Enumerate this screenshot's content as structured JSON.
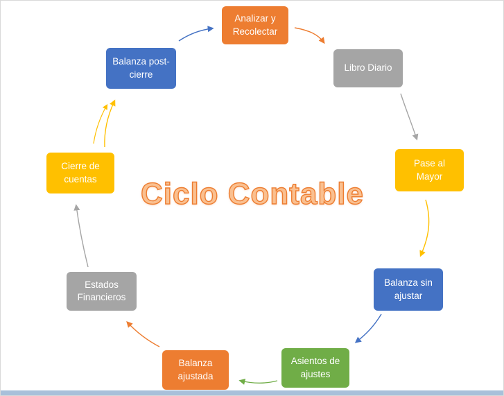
{
  "title": {
    "text": "Ciclo Contable",
    "fill_color": "#FAC090",
    "outline_color": "#ED7D31"
  },
  "palette": {
    "orange": "#ED7D31",
    "gray": "#A5A5A5",
    "yellow": "#FFC000",
    "blue": "#4472C4",
    "green": "#70AD47"
  },
  "nodes": [
    {
      "label": "Analizar y Recolectar",
      "color": "#ED7D31"
    },
    {
      "label": "Libro Diario",
      "color": "#A5A5A5"
    },
    {
      "label": "Pase al Mayor",
      "color": "#FFC000"
    },
    {
      "label": "Balanza sin ajustar",
      "color": "#4472C4"
    },
    {
      "label": "Asientos de ajustes",
      "color": "#70AD47"
    },
    {
      "label": "Balanza ajustada",
      "color": "#ED7D31"
    },
    {
      "label": "Estados Financieros",
      "color": "#A5A5A5"
    },
    {
      "label": "Cierre de cuentas",
      "color": "#FFC000"
    },
    {
      "label": "Balanza post-cierre",
      "color": "#4472C4"
    }
  ],
  "arrows": [
    {
      "from": "Balanza post-cierre",
      "to": "Analizar y Recolectar",
      "color": "#4472C4"
    },
    {
      "from": "Analizar y Recolectar",
      "to": "Libro Diario",
      "color": "#ED7D31"
    },
    {
      "from": "Libro Diario",
      "to": "Pase al Mayor",
      "color": "#A5A5A5"
    },
    {
      "from": "Pase al Mayor",
      "to": "Balanza sin ajustar",
      "color": "#FFC000"
    },
    {
      "from": "Balanza sin ajustar",
      "to": "Asientos de ajustes",
      "color": "#4472C4"
    },
    {
      "from": "Asientos de ajustes",
      "to": "Balanza ajustada",
      "color": "#70AD47"
    },
    {
      "from": "Balanza ajustada",
      "to": "Estados Financieros",
      "color": "#ED7D31"
    },
    {
      "from": "Estados Financieros",
      "to": "Cierre de cuentas",
      "color": "#A5A5A5"
    },
    {
      "from": "Cierre de cuentas",
      "to": "Balanza post-cierre",
      "color": "#FFC000"
    }
  ],
  "window": {
    "bottom_edge_color": "#A8C0DA"
  }
}
